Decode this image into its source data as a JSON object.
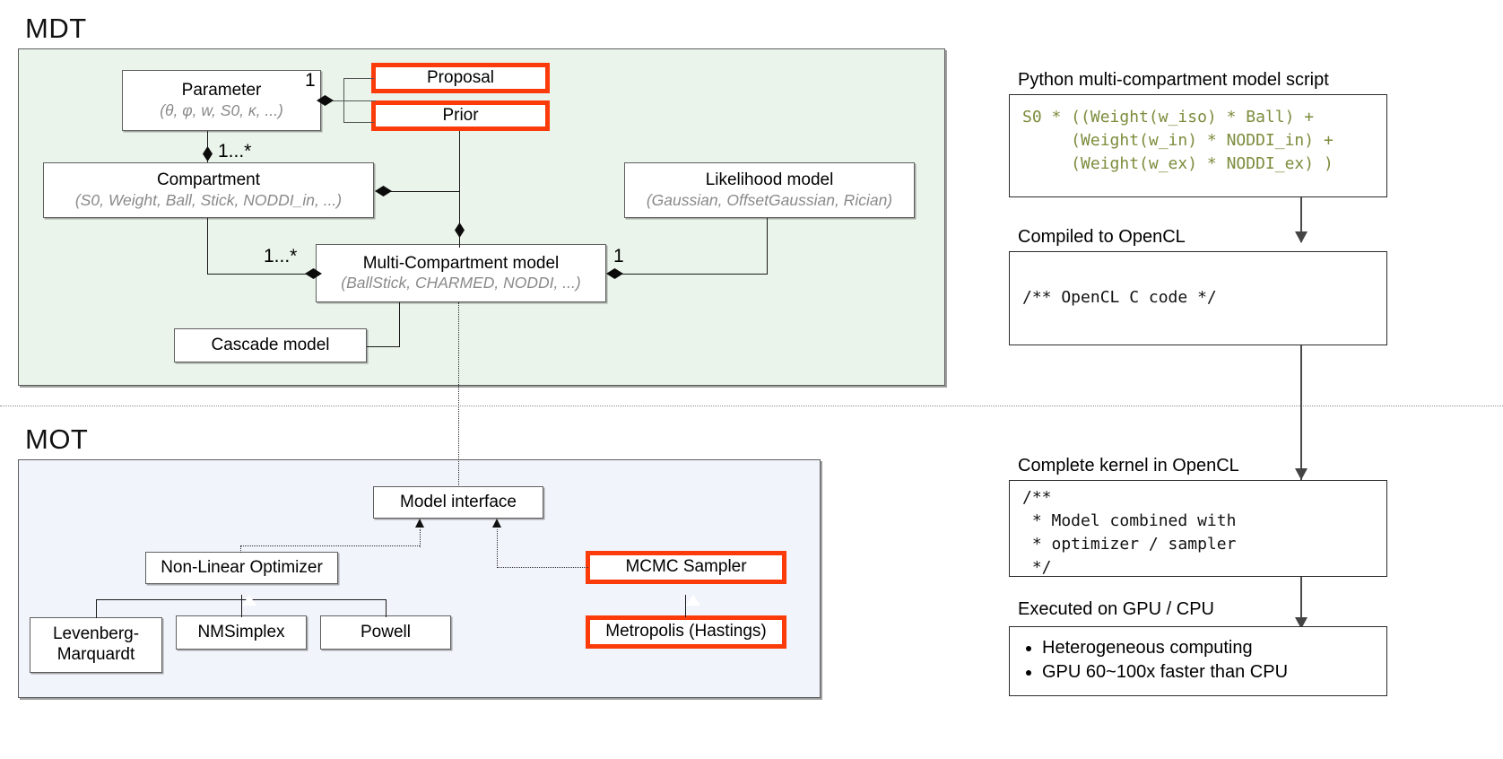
{
  "sections": {
    "mdt": {
      "title": "MDT"
    },
    "mot": {
      "title": "MOT"
    }
  },
  "mdt_boxes": {
    "parameter": {
      "title": "Parameter",
      "sub": "(θ, φ, w, S0, κ, ...)"
    },
    "proposal": {
      "title": "Proposal"
    },
    "prior": {
      "title": "Prior"
    },
    "compartment": {
      "title": "Compartment",
      "sub": "(S0, Weight, Ball, Stick, NODDI_in, ...)"
    },
    "likelihood": {
      "title": "Likelihood model",
      "sub": "(Gaussian, OffsetGaussian, Rician)"
    },
    "mcm": {
      "title": "Multi-Compartment model",
      "sub": "(BallStick, CHARMED, NODDI, ...)"
    },
    "cascade": {
      "title": "Cascade model"
    }
  },
  "mdt_multiplicities": {
    "param_to_proposal": "1",
    "param_to_compartment": "1...*",
    "compartment_to_mcm": "1...*",
    "mcm_to_likelihood": "1"
  },
  "mot_boxes": {
    "model_interface": {
      "title": "Model interface"
    },
    "nlo": {
      "title": "Non-Linear Optimizer"
    },
    "levmar": {
      "title": "Levenberg-Marquardt"
    },
    "nmsimplex": {
      "title": "NMSimplex"
    },
    "powell": {
      "title": "Powell"
    },
    "mcmc": {
      "title": "MCMC Sampler"
    },
    "metropolis": {
      "title": "Metropolis (Hastings)"
    }
  },
  "pipeline": {
    "step1": {
      "caption": "Python multi-compartment model script",
      "code": "S0 * ((Weight(w_iso) * Ball) +\n     (Weight(w_in) * NODDI_in) +\n     (Weight(w_ex) * NODDI_ex) )"
    },
    "step2": {
      "caption": "Compiled to OpenCL",
      "code": "/** OpenCL C code */"
    },
    "step3": {
      "caption": "Complete kernel in OpenCL",
      "code": "/**\n * Model combined with\n * optimizer / sampler\n */"
    },
    "step4": {
      "caption": "Executed on GPU / CPU",
      "bullets": [
        "Heterogeneous computing",
        "GPU 60~100x faster than CPU"
      ]
    }
  },
  "colors": {
    "highlight": "#fb3b0a",
    "mdt_panel": "#eaf4ea",
    "mot_panel": "#f1f5fb",
    "code_green": "#7c8c3c",
    "sub_text": "#8a8a8a"
  }
}
